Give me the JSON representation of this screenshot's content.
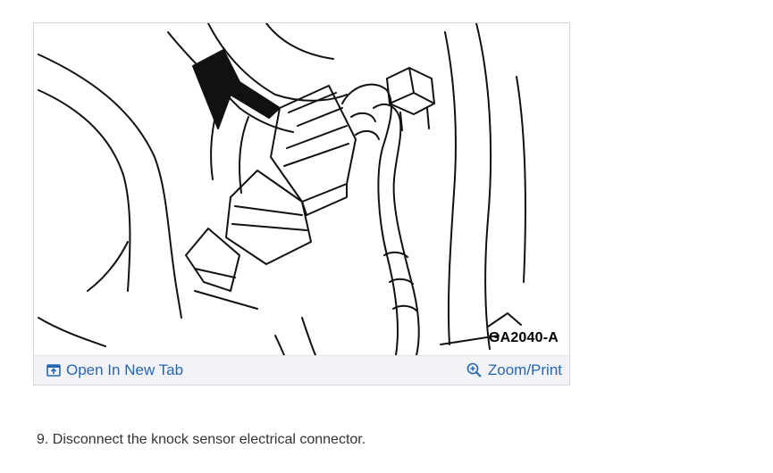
{
  "figure": {
    "code": "GA2040-A",
    "image_name": "knock-sensor-connector-illustration"
  },
  "toolbar": {
    "open_new_tab_label": "Open In New Tab",
    "zoom_print_label": "Zoom/Print",
    "open_icon": "open-in-new-tab-icon",
    "zoom_icon": "zoom-in-icon",
    "link_color": "#2866b2"
  },
  "step": {
    "text": "9. Disconnect the knock sensor electrical connector."
  }
}
